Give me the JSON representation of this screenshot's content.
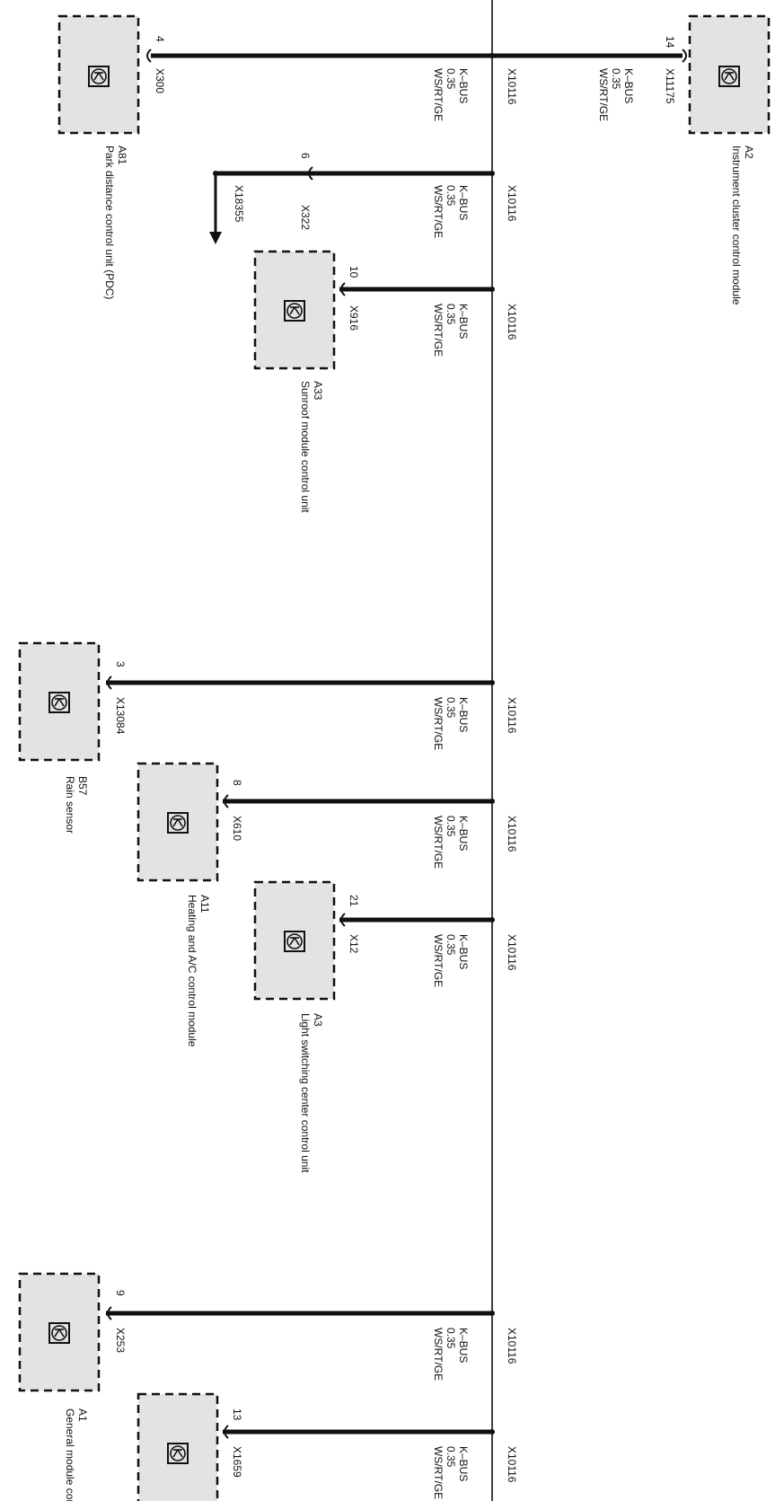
{
  "bus": {
    "splice": "X10116",
    "signal": "K–BUS",
    "gauge": "0.35",
    "color": "WS/RT/GE"
  },
  "nodes": [
    {
      "pin": "14",
      "connector": "X11175",
      "id": "A2",
      "name": "Instrument cluster control module"
    },
    {
      "pin": "4",
      "connector": "X300",
      "id": "A81",
      "name": "Park distance control unit (PDC)"
    },
    {
      "pin": "6",
      "connector": "X322",
      "continue": "X18355"
    },
    {
      "pin": "10",
      "connector": "X916",
      "id": "A33",
      "name": "Sunroof module control unit"
    },
    {
      "pin": "3",
      "connector": "X13084",
      "id": "B57",
      "name": "Rain sensor"
    },
    {
      "pin": "8",
      "connector": "X610",
      "id": "A11",
      "name": "Heating and A/C control module"
    },
    {
      "pin": "21",
      "connector": "X12",
      "id": "A3",
      "name": "Light switching center control unit"
    },
    {
      "pin": "9",
      "connector": "X253",
      "id": "A1",
      "name": "General module control unit"
    },
    {
      "pin": "13",
      "connector": "X1659"
    }
  ],
  "colors": {
    "box_fill": "#e3e3e3",
    "ink": "#111111"
  }
}
